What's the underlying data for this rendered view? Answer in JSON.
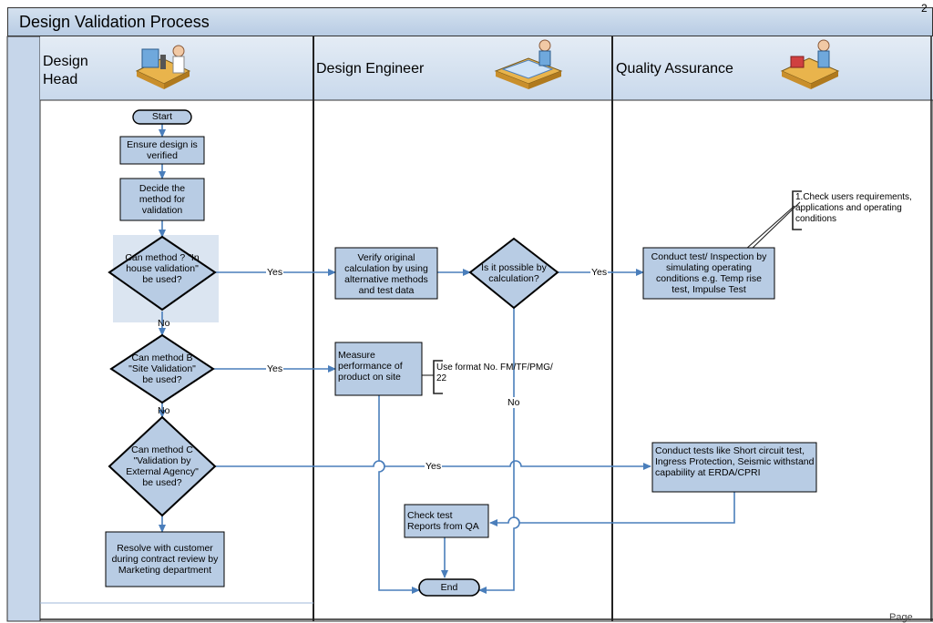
{
  "title": "Design Validation Process",
  "corner_mark": "2",
  "footer_text": "Page",
  "lanes": [
    {
      "label": "Design Head",
      "icon": "scientist-microscope-icon"
    },
    {
      "label": "Design Engineer",
      "icon": "engineer-drafting-icon"
    },
    {
      "label": "Quality Assurance",
      "icon": "inspector-weighing-icon"
    }
  ],
  "nodes": {
    "start": "Start",
    "ensure": "Ensure design is verified",
    "decide": "Decide the method for validation",
    "can_inhouse": "Can method ? \"In house validation\" be used?",
    "can_site": "Can method B \"Site Validation\" be used?",
    "can_external": "Can method C \"Validation by External Agency\" be used?",
    "resolve": "Resolve with customer during contract review by Marketing department",
    "verify_calc": "Verify original calculation by using alternative methods and test data",
    "possible_calc": "Is it possible by calculation?",
    "measure": "Measure performance of product on site",
    "check_reports": "Check test Reports from QA",
    "end": "End",
    "conduct_test": "Conduct test/ Inspection by simulating operating conditions e.g. Temp rise test, Impulse Test",
    "conduct_tests_ext": "Conduct tests like Short circuit test, Ingress Protection, Seismic withstand capability at ERDA/CPRI"
  },
  "notes": {
    "check_requirements": "1.Check users requirements, applications and operating conditions",
    "use_format": "Use format No. FM/TF/PMG/ 22"
  },
  "edge_labels": {
    "yes_inhouse": "Yes",
    "yes_possible": "Yes",
    "yes_site": "Yes",
    "yes_external": "Yes",
    "no_inhouse": "No",
    "no_site": "No",
    "no_possible": "No"
  },
  "colors": {
    "process_fill": "#b8cce4",
    "border": "#000000",
    "connector": "#4a7ebb",
    "header_fill": "#d4e1ef",
    "left_band": "#c6d6ea"
  }
}
